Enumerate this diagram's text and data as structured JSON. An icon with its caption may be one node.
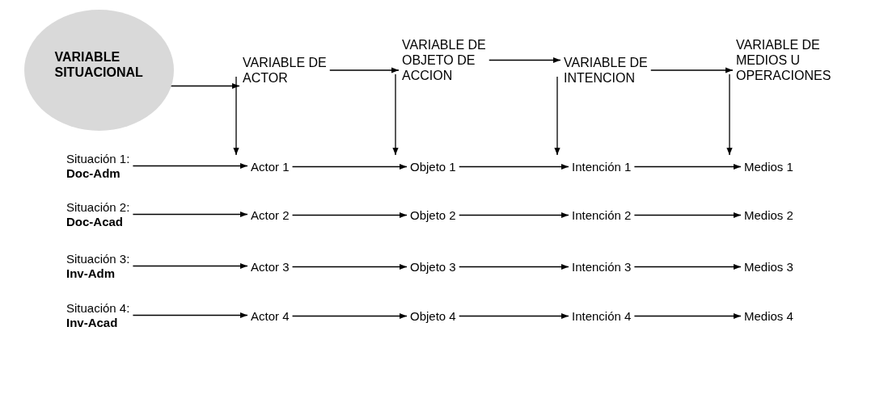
{
  "diagram": {
    "nodes": [
      {
        "text": [
          "VARIABLE SITUACIONAL"
        ]
      },
      {
        "text": [
          "VARIABLE DE ACTOR"
        ]
      },
      {
        "text": [
          "VARIABLE DE OBJETO DE ACCION"
        ]
      },
      {
        "text": [
          "VARIABLE DE INTENCION"
        ]
      },
      {
        "text": [
          "VARIABLE DE MEDIOS U OPERACIONES"
        ]
      },
      {
        "text": [
          "Situación 1: **Doc-Adm**"
        ]
      },
      {
        "text": [
          "Actor 1"
        ]
      },
      {
        "text": [
          "Objeto 1"
        ]
      },
      {
        "text": [
          "Intención 1"
        ]
      },
      {
        "text": [
          "Medios 1"
        ]
      },
      {
        "text": [
          "Situación 2: **Doc-Acad**"
        ]
      },
      {
        "text": [
          "Actor 2"
        ]
      },
      {
        "text": [
          "Objeto 2"
        ]
      },
      {
        "text": [
          "Intención 2"
        ]
      },
      {
        "text": [
          "Medios 2"
        ]
      },
      {
        "text": [
          "Situación 3: **Inv-Adm**"
        ]
      },
      {
        "text": [
          "Actor 3"
        ]
      },
      {
        "text": [
          "Objeto 3"
        ]
      },
      {
        "text": [
          "Intención 3"
        ]
      },
      {
        "text": [
          "Medios 3"
        ]
      },
      {
        "text": [
          "Situación 4: **Inv-Acad**"
        ]
      },
      {
        "text": [
          "Actor 4"
        ]
      },
      {
        "text": [
          "Objeto 4"
        ]
      },
      {
        "text": [
          "Intención 4"
        ]
      },
      {
        "text": [
          "Medios 4"
        ]
      }
    ],
    "edges": [
      {
        "from": 0,
        "to": 1,
        "arrow": "to"
      },
      {
        "from": 1,
        "to": 2,
        "arrow": "to"
      },
      {
        "from": 2,
        "to": 3,
        "arrow": "to"
      },
      {
        "from": 3,
        "to": 4,
        "arrow": "to"
      },
      {
        "from": 1,
        "to": 6,
        "arrow": "to"
      },
      {
        "from": 2,
        "to": 7,
        "arrow": "to"
      },
      {
        "from": 3,
        "to": 8,
        "arrow": "to"
      },
      {
        "from": 4,
        "to": 9,
        "arrow": "to"
      },
      {
        "from": 5,
        "to": 6,
        "arrow": "to"
      },
      {
        "from": 6,
        "to": 7,
        "arrow": "to"
      },
      {
        "from": 7,
        "to": 8,
        "arrow": "to"
      },
      {
        "from": 8,
        "to": 9,
        "arrow": "to"
      },
      {
        "from": 10,
        "to": 11,
        "arrow": "to"
      },
      {
        "from": 11,
        "to": 12,
        "arrow": "to"
      },
      {
        "from": 12,
        "to": 13,
        "arrow": "to"
      },
      {
        "from": 13,
        "to": 14,
        "arrow": "to"
      },
      {
        "from": 15,
        "to": 16,
        "arrow": "to"
      },
      {
        "from": 16,
        "to": 17,
        "arrow": "to"
      },
      {
        "from": 17,
        "to": 18,
        "arrow": "to"
      },
      {
        "from": 18,
        "to": 19,
        "arrow": "to"
      },
      {
        "from": 20,
        "to": 21,
        "arrow": "to"
      },
      {
        "from": 21,
        "to": 22,
        "arrow": "to"
      },
      {
        "from": 22,
        "to": 23,
        "arrow": "to"
      },
      {
        "from": 23,
        "to": 24,
        "arrow": "to"
      }
    ]
  }
}
